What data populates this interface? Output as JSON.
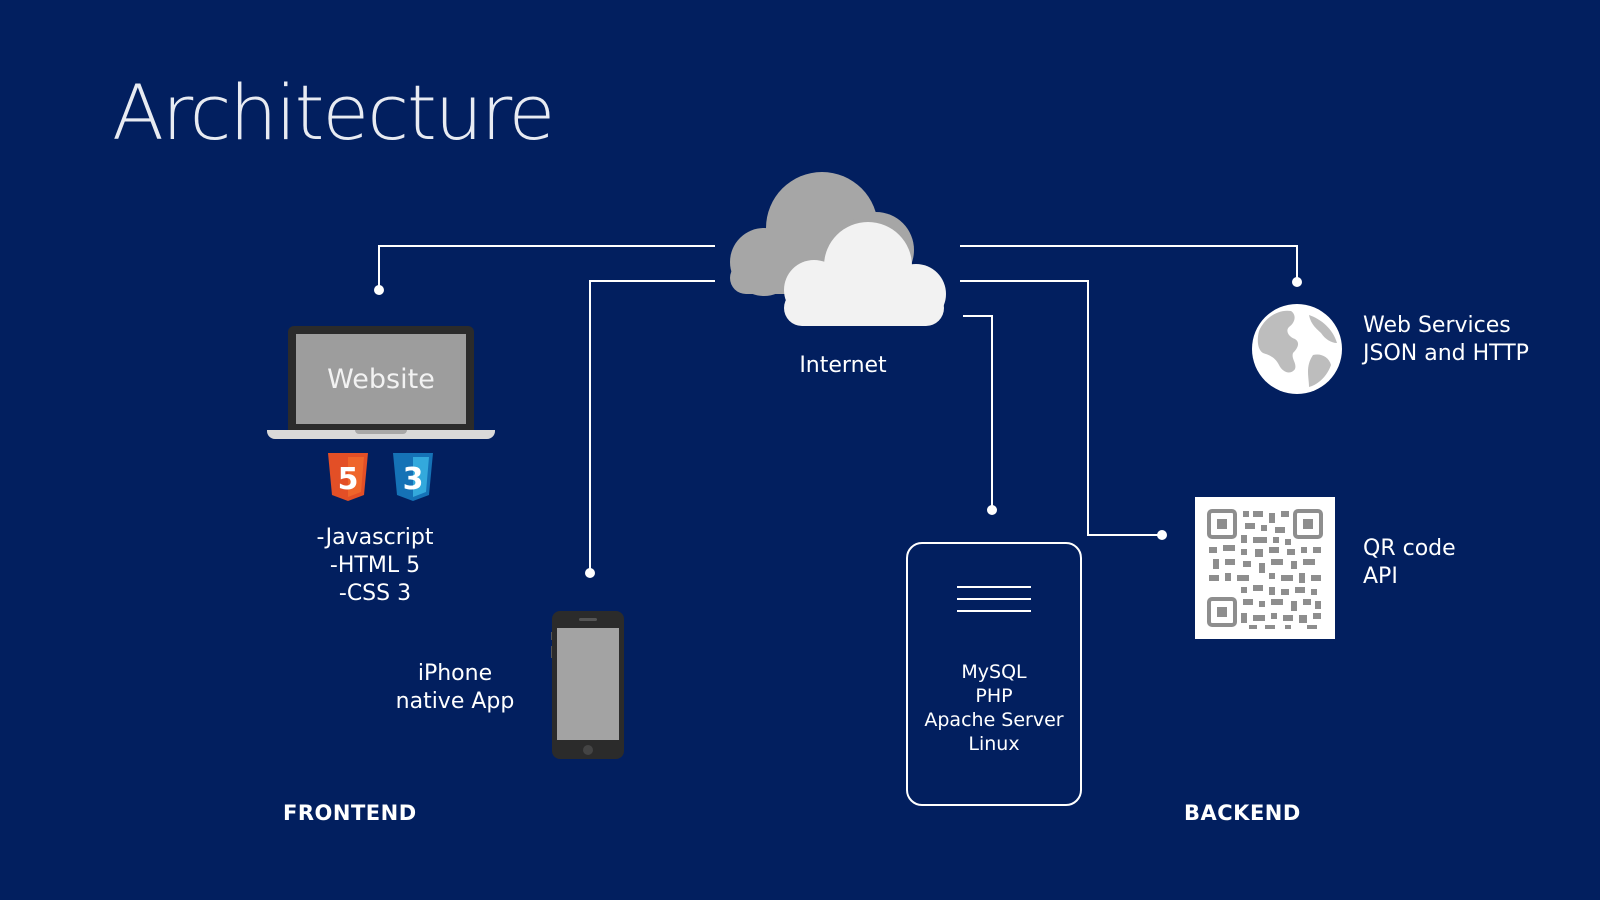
{
  "slide": {
    "title": "Architecture",
    "background": "#021f5f",
    "accent": "#ffffff"
  },
  "internet": {
    "label": "Internet",
    "icon": "cloud-icon"
  },
  "frontend": {
    "section_label": "FRONTEND",
    "website": {
      "screen_text": "Website",
      "icons": [
        "html5-icon",
        "css3-icon"
      ],
      "tech": [
        "-Javascript",
        "-HTML 5",
        "-CSS 3"
      ]
    },
    "iphone": {
      "lines": [
        "iPhone",
        "native App"
      ],
      "icon": "iphone-icon"
    }
  },
  "backend": {
    "section_label": "BACKEND",
    "server": {
      "stack": [
        "MySQL",
        "PHP",
        "Apache Server",
        "Linux"
      ]
    },
    "web_services": {
      "lines": [
        "Web Services",
        "JSON and HTTP"
      ],
      "icon": "globe-icon"
    },
    "qr_code": {
      "lines": [
        "QR code",
        "API"
      ],
      "icon": "qr-code-icon"
    }
  }
}
